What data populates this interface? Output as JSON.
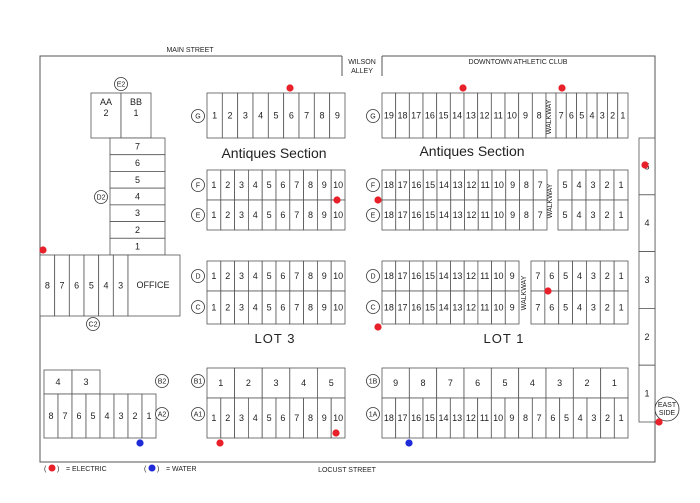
{
  "streets": {
    "north": "MAIN STREET",
    "south": "LOCUST STREET",
    "alley_line1": "WILSON",
    "alley_line2": "ALLEY",
    "club": "DOWNTOWN ATHLETIC CLUB"
  },
  "sections": {
    "left": "Antiques Section",
    "right": "Antiques Section"
  },
  "lots": {
    "lot3": "LOT 3",
    "lot1": "LOT 1"
  },
  "walkway": "WALKWAY",
  "office": "OFFICE",
  "east_side_line1": "EAST",
  "east_side_line2": "SIDE",
  "row_labels": {
    "G": "G",
    "F": "F",
    "E": "E",
    "D": "D",
    "C": "C",
    "B1": "B1",
    "A1": "A1",
    "1B": "1B",
    "1A": "1A",
    "E2": "E2",
    "D2": "D2",
    "C2": "C2",
    "B2": "B2",
    "A2": "A2"
  },
  "blocks": {
    "aa_line1": "AA",
    "aa_line2": "2",
    "bb_line1": "BB",
    "bb_line2": "1",
    "d2_stack": [
      "7",
      "6",
      "5",
      "4",
      "3",
      "2",
      "1"
    ],
    "c2_row": [
      "8",
      "7",
      "6",
      "5",
      "4",
      "3"
    ],
    "b2_top": [
      "4",
      "3"
    ],
    "a2_row": [
      "8",
      "7",
      "6",
      "5",
      "4",
      "3",
      "2",
      "1"
    ],
    "east_column": [
      "5",
      "4",
      "3",
      "2",
      "1"
    ]
  },
  "lot3_rows": {
    "G": [
      "1",
      "2",
      "3",
      "4",
      "5",
      "6",
      "7",
      "8",
      "9"
    ],
    "F": [
      "1",
      "2",
      "3",
      "4",
      "5",
      "6",
      "7",
      "8",
      "9",
      "10"
    ],
    "E": [
      "1",
      "2",
      "3",
      "4",
      "5",
      "6",
      "7",
      "8",
      "9",
      "10"
    ],
    "D": [
      "1",
      "2",
      "3",
      "4",
      "5",
      "6",
      "7",
      "8",
      "9",
      "10"
    ],
    "C": [
      "1",
      "2",
      "3",
      "4",
      "5",
      "6",
      "7",
      "8",
      "9",
      "10"
    ],
    "B1": [
      "1",
      "2",
      "3",
      "4",
      "5"
    ],
    "A1": [
      "1",
      "2",
      "3",
      "4",
      "5",
      "6",
      "7",
      "8",
      "9",
      "10"
    ]
  },
  "lot1_rows": {
    "G_left": [
      "19",
      "18",
      "17",
      "16",
      "15",
      "14",
      "13",
      "12",
      "11",
      "10",
      "9",
      "8"
    ],
    "G_right": [
      "7",
      "6",
      "5",
      "4",
      "3",
      "2",
      "1"
    ],
    "F_left": [
      "18",
      "17",
      "16",
      "15",
      "14",
      "13",
      "12",
      "11",
      "10",
      "9",
      "8",
      "7"
    ],
    "F_right": [
      "5",
      "4",
      "3",
      "2",
      "1"
    ],
    "E_left": [
      "18",
      "17",
      "16",
      "15",
      "14",
      "13",
      "12",
      "11",
      "10",
      "9",
      "8",
      "7"
    ],
    "E_right": [
      "5",
      "4",
      "3",
      "2",
      "1"
    ],
    "D_left": [
      "18",
      "17",
      "16",
      "15",
      "14",
      "13",
      "12",
      "11",
      "10",
      "9"
    ],
    "D_right": [
      "7",
      "6",
      "5",
      "4",
      "3",
      "2",
      "1"
    ],
    "C_left": [
      "18",
      "17",
      "16",
      "15",
      "14",
      "13",
      "12",
      "11",
      "10",
      "9"
    ],
    "C_right": [
      "7",
      "6",
      "5",
      "4",
      "3",
      "2",
      "1"
    ],
    "1B": [
      "9",
      "8",
      "7",
      "6",
      "5",
      "4",
      "3",
      "2",
      "1"
    ],
    "1A": [
      "18",
      "17",
      "16",
      "15",
      "14",
      "13",
      "12",
      "11",
      "10",
      "9",
      "8",
      "7",
      "6",
      "5",
      "4",
      "3",
      "2",
      "1"
    ]
  },
  "legend": {
    "electric_label": "= ELECTRIC",
    "water_label": "= WATER",
    "electric_color": "#e8202a",
    "water_color": "#1f2ad8"
  }
}
